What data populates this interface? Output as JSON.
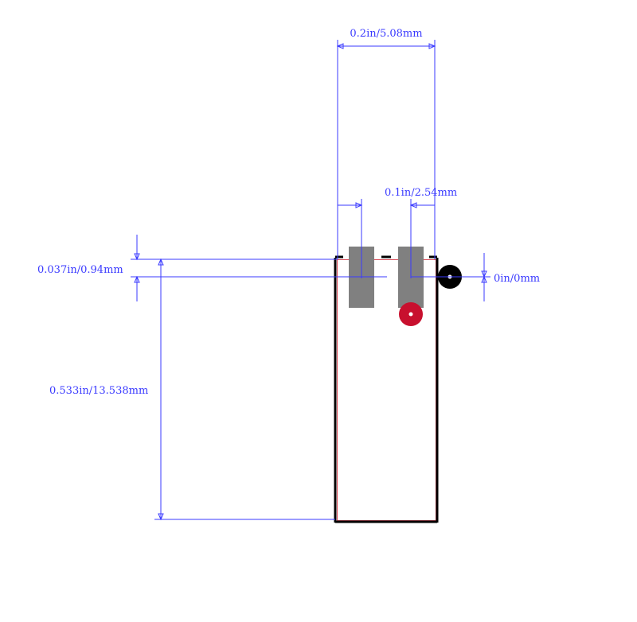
{
  "colors": {
    "dimension": "#3a3aff",
    "outline": "#000000",
    "courtyard": "#d84a57",
    "pad": "#808080",
    "pin1_marker": "#c8102e",
    "origin_marker": "#000000",
    "background": "#ffffff"
  },
  "dimensions": {
    "pitch_total": "0.2in/5.08mm",
    "pitch_pin": "0.1in/2.54mm",
    "pad_offset": "0.037in/0.94mm",
    "body_length": "0.533in/13.538mm",
    "origin_offset": "0in/0mm"
  }
}
